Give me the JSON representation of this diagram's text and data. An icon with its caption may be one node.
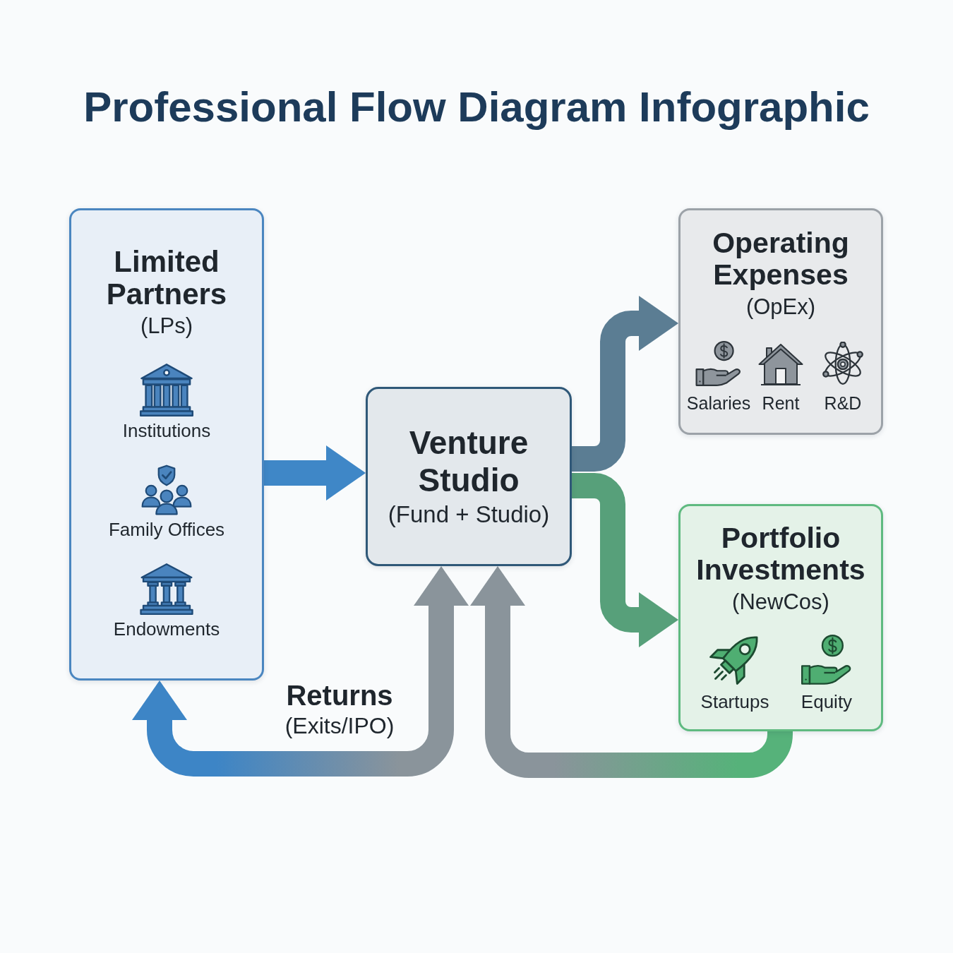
{
  "diagram": {
    "title": "Professional Flow Diagram Infographic",
    "nodes": [
      {
        "text": [
          "Limited Partners",
          "(LPs)",
          "Institutions",
          "Family Offices",
          "Endowments"
        ]
      },
      {
        "text": [
          "Venture Studio",
          "(Fund + Studio)"
        ]
      },
      {
        "text": [
          "Operating Expenses",
          "(OpEx)",
          "Salaries",
          "Rent",
          "R&D"
        ]
      },
      {
        "text": [
          "Portfolio Investments",
          "(NewCos)",
          "Startups",
          "Equity"
        ]
      }
    ],
    "edges": [
      {
        "from": 0,
        "to": 1,
        "arrow": "to",
        "color": "#3f87c7"
      },
      {
        "from": 1,
        "to": 2,
        "arrow": "to",
        "color": "#5b7d93"
      },
      {
        "from": 1,
        "to": 3,
        "arrow": "to",
        "color": "#57a07a"
      },
      {
        "from": 1,
        "to": 0,
        "arrow": "both",
        "label": "**Returns** (Exits/IPO)"
      },
      {
        "from": 3,
        "to": 1,
        "arrow": "to"
      }
    ]
  }
}
